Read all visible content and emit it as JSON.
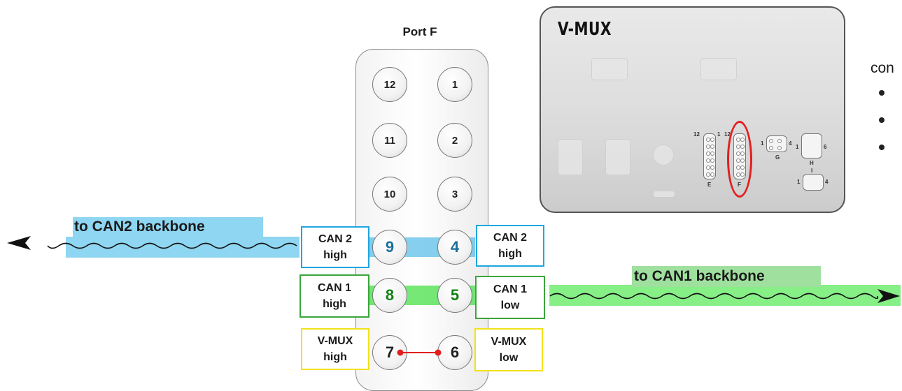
{
  "port_title": "Port F",
  "module_title": "V-MUX",
  "module_port_labels": {
    "e": "E",
    "f": "F",
    "g": "G",
    "h": "H",
    "i": "I",
    "n1": "1",
    "n4": "4",
    "n6": "6",
    "n12": "12"
  },
  "side_text": "con",
  "pins": {
    "p12": "12",
    "p1": "1",
    "p11": "11",
    "p2": "2",
    "p10": "10",
    "p3": "3",
    "p9": "9",
    "p4": "4",
    "p8": "8",
    "p5": "5",
    "p7": "7",
    "p6": "6"
  },
  "backbone_labels": {
    "can2": "to CAN2 backbone",
    "can1": "to CAN1 backbone"
  },
  "signal_boxes": {
    "pin9": {
      "line1": "CAN 2",
      "line2": "high"
    },
    "pin4": {
      "line1": "CAN 2",
      "line2": "high"
    },
    "pin8": {
      "line1": "CAN 1",
      "line2": "high"
    },
    "pin5": {
      "line1": "CAN 1",
      "line2": "low"
    },
    "pin7": {
      "line1": "V-MUX",
      "line2": "high"
    },
    "pin6": {
      "line1": "V-MUX",
      "line2": "low"
    }
  },
  "colors": {
    "can2": "#1ea7e0",
    "can1": "#3aa63a",
    "vmux": "#f2e21c",
    "highlight": "#e02020"
  }
}
